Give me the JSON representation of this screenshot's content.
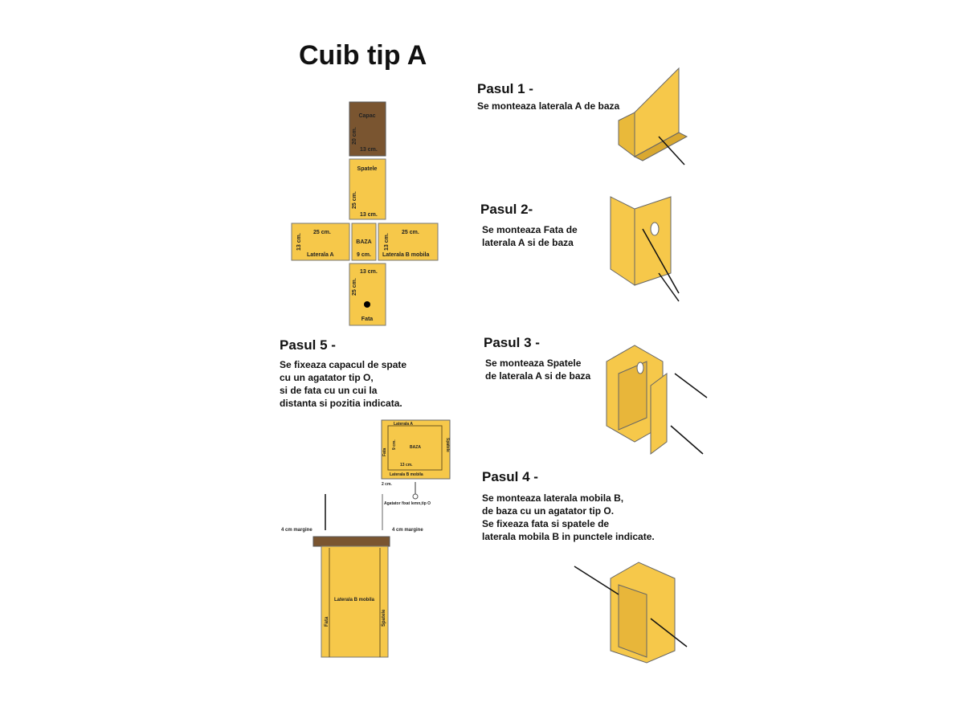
{
  "title": "Cuib tip A",
  "colors": {
    "panel": "#f6c84a",
    "lid": "#7a5530",
    "outline": "#5a4a2a"
  },
  "net": {
    "capac": "Capac",
    "capac_h": "20 cm.",
    "capac_w": "13 cm.",
    "spatele": "Spatele",
    "spatele_h": "25 cm.",
    "spatele_w": "13 cm.",
    "lat_a": "Laterala A",
    "lat_a_len": "25 cm.",
    "lat_a_w": "13 cm.",
    "baza": "BAZA",
    "baza_w": "9 cm.",
    "lat_b": "Laterala B mobila",
    "lat_b_len": "25 cm.",
    "lat_b_w": "13 cm.",
    "fata": "Fata",
    "fata_w": "13 cm.",
    "fata_h": "25 cm."
  },
  "steps": [
    {
      "label": "Pasul 1 -",
      "text": "Se monteaza laterala A de baza"
    },
    {
      "label": "Pasul 2-",
      "text": "Se monteaza Fata de\nlaterala A si de baza"
    },
    {
      "label": "Pasul 3 -",
      "text": "Se monteaza Spatele\nde laterala A si de baza"
    },
    {
      "label": "Pasul 4 -",
      "text": "Se monteaza laterala mobila B,\nde baza cu un agatator tip O.\nSe fixeaza fata si spatele de\nlaterala mobila B in punctele indicate."
    },
    {
      "label": "Pasul 5 -",
      "text": "Se fixeaza capacul de spate\ncu un agatator tip O,\nsi de fata cu un cui la\ndistanta si pozitia indicata."
    }
  ],
  "step5": {
    "lat_a": "Laterala A",
    "baza": "BAZA",
    "fata": "Fata",
    "spatele": "Spatele",
    "cm9": "9 cm.",
    "cm13": "13 cm.",
    "lat_b": "Laterala B mobila",
    "cm2": "2 cm.",
    "hanger": "Agatator fixat lemn,tip O",
    "margin_left": "4 cm margine",
    "margin_right": "4 cm margine",
    "front_lat_b": "Laterala B mobila",
    "front_fata": "Fata",
    "front_spatele": "Spatele"
  }
}
